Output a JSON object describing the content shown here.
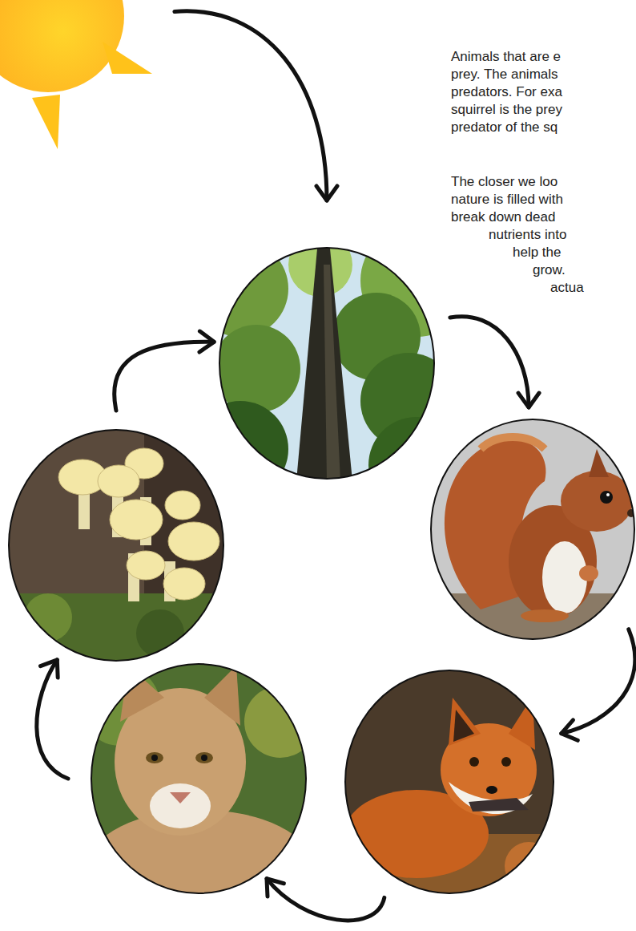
{
  "diagram": {
    "nodes": [
      {
        "text": []
      },
      {
        "text": []
      },
      {
        "text": []
      },
      {
        "text": []
      },
      {
        "text": []
      },
      {
        "text": []
      }
    ],
    "edges": [
      {
        "from": 0,
        "to": 1,
        "arrow": "to"
      },
      {
        "from": 1,
        "to": 2,
        "arrow": "to"
      },
      {
        "from": 2,
        "to": 3,
        "arrow": "to"
      },
      {
        "from": 3,
        "to": 4,
        "arrow": "to"
      },
      {
        "from": 4,
        "to": 5,
        "arrow": "to"
      },
      {
        "from": 5,
        "to": 1,
        "arrow": "to"
      }
    ],
    "labels": [
      "Animals that are e",
      "prey. The animals",
      "predators. For exa",
      "squirrel is the prey",
      "predator of the sq",
      "The closer we loo",
      "nature is filled with",
      "break down dead",
      "nutrients into",
      "help the",
      "grow.",
      "actua"
    ]
  }
}
